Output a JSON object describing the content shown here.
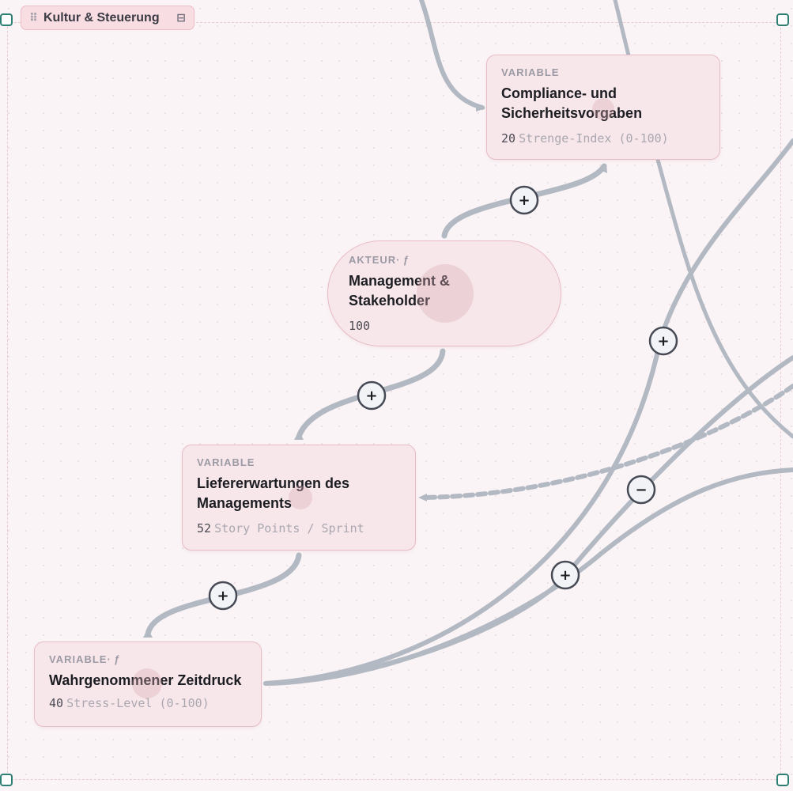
{
  "group": {
    "label": "Kultur & Steuerung",
    "grip_icon": "drag-handle-icon",
    "collapse_icon": "collapse-icon"
  },
  "nodes": {
    "compliance": {
      "kind": "VARIABLE",
      "has_function": false,
      "title": "Compliance- und Sicherheitsvorgaben",
      "value": "20",
      "unit": "Strenge-Index (0-100)"
    },
    "management": {
      "kind": "AKTEUR",
      "has_function": true,
      "function_mark": "ƒ",
      "title": "Management & Stakeholder",
      "value": "100",
      "unit": ""
    },
    "liefer": {
      "kind": "VARIABLE",
      "has_function": false,
      "title": "Liefererwartungen des Managements",
      "value": "52",
      "unit": "Story Points / Sprint"
    },
    "zeitdruck": {
      "kind": "VARIABLE",
      "has_function": true,
      "function_mark": "ƒ",
      "title": "Wahrgenommener Zeitdruck",
      "value": "40",
      "unit": "Stress-Level (0-100)"
    }
  },
  "edges": {
    "e1": {
      "polarity": "+"
    },
    "e2": {
      "polarity": "+"
    },
    "e3": {
      "polarity": "+"
    },
    "e4": {
      "polarity": "+"
    },
    "e5": {
      "polarity": "−"
    },
    "e6": {
      "polarity": "+"
    }
  },
  "colors": {
    "edge": "#b3b9c2",
    "node_fill": "#f8e7ea",
    "node_border": "#e7bcc6",
    "handle": "#2e7f73"
  }
}
